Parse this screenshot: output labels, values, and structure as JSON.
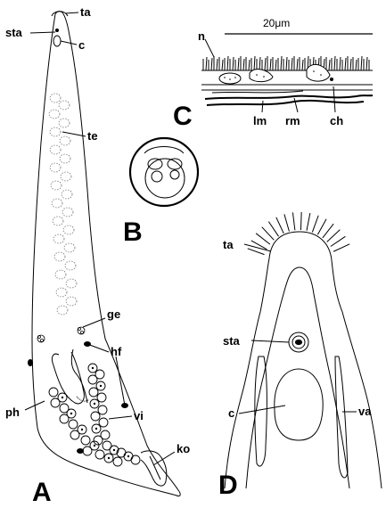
{
  "panels": {
    "A": {
      "panel_label": "A",
      "labels": {
        "ta": "ta",
        "sta": "sta",
        "c": "c",
        "te": "te",
        "ge": "ge",
        "hf": "hf",
        "vi": "vi",
        "ph": "ph",
        "ko": "ko"
      }
    },
    "B": {
      "panel_label": "B"
    },
    "C": {
      "panel_label": "C",
      "scale_bar": "20μm",
      "labels": {
        "n": "n",
        "lm": "lm",
        "rm": "rm",
        "ch": "ch"
      }
    },
    "D": {
      "panel_label": "D",
      "labels": {
        "ta": "ta",
        "sta": "sta",
        "c": "c",
        "va": "va"
      }
    }
  }
}
